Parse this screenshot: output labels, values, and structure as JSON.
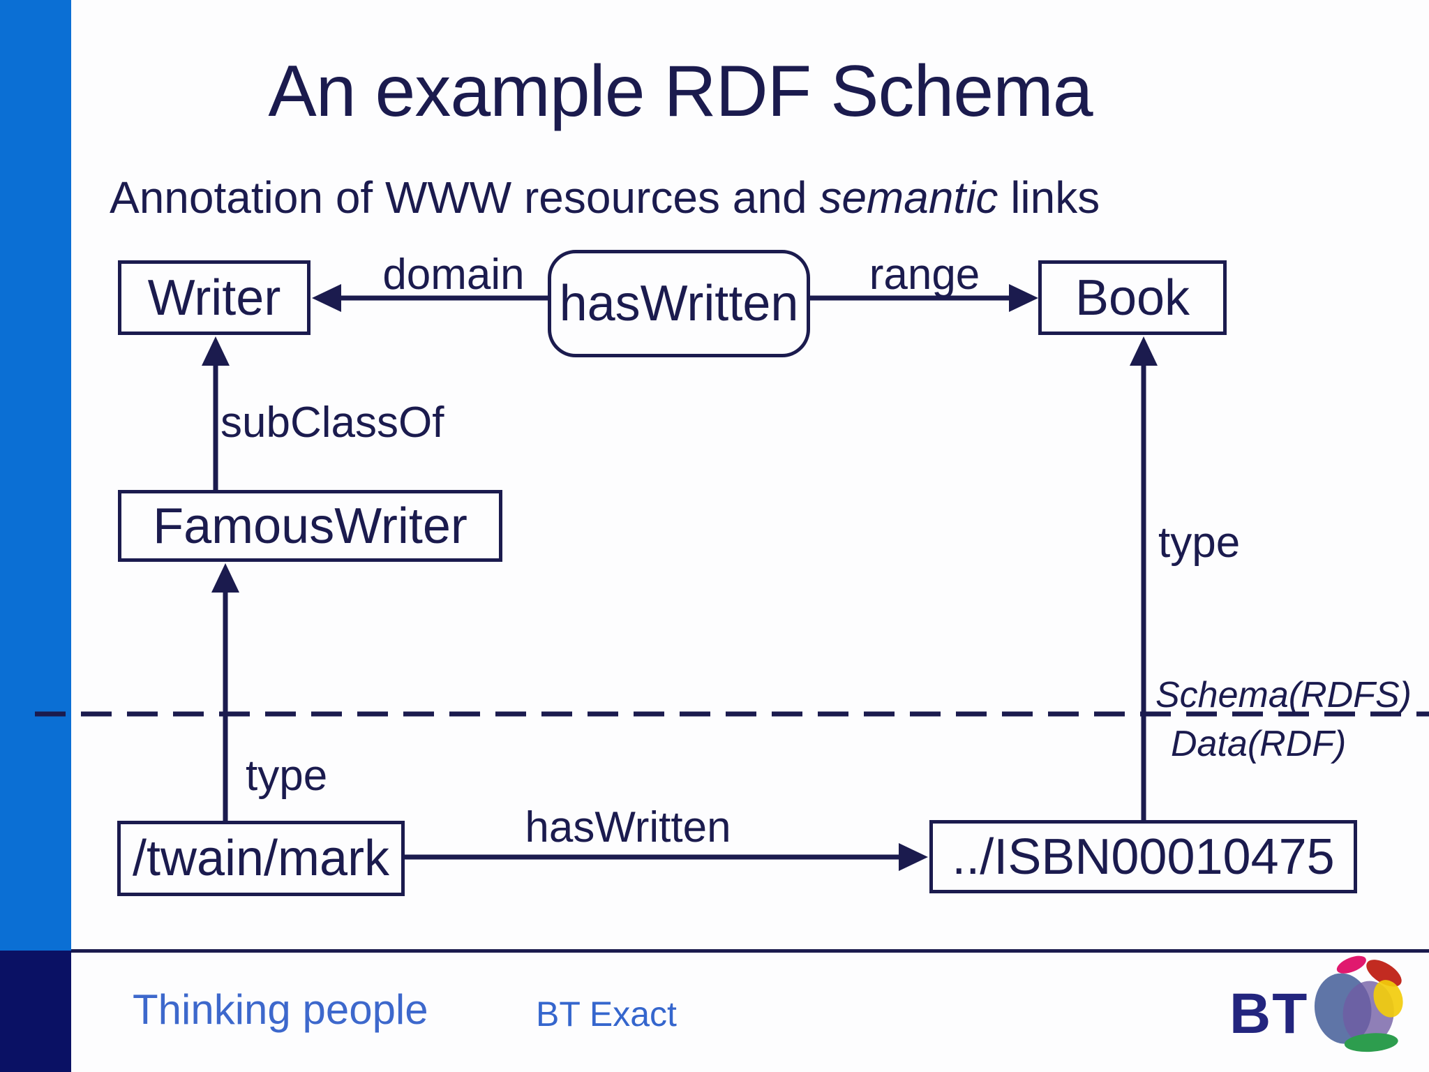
{
  "slide": {
    "title": "An example RDF Schema",
    "subtitle_prefix": "Annotation of WWW resources and ",
    "subtitle_italic": "semantic",
    "subtitle_suffix": " links"
  },
  "diagram": {
    "nodes": {
      "writer": "Writer",
      "has_written_property": "hasWritten",
      "book": "Book",
      "famous_writer": "FamousWriter",
      "twain_resource": "/twain/mark",
      "isbn_resource": "../ISBN00010475"
    },
    "edges": {
      "domain": "domain",
      "range": "range",
      "subclass_of": "subClassOf",
      "type_left": "type",
      "type_right": "type",
      "has_written_instance": "hasWritten"
    },
    "divider": {
      "schema_label": "Schema(RDFS)",
      "data_label": "Data(RDF)"
    }
  },
  "footer": {
    "tagline": "Thinking people",
    "brand": "BT Exact",
    "logo_text": "BT"
  },
  "colors": {
    "ink": "#1b1b4e",
    "accent_bar": "#0b6fd4",
    "footer_bar": "#0a1164",
    "tagline_blue": "#3d68cc",
    "brand_blue": "#3566cd",
    "bt_logo_navy": "#23257e",
    "globe_blue": "#51699f",
    "globe_purple": "#6f5ba3",
    "globe_pink": "#e0196e",
    "globe_red": "#c22b21",
    "globe_yellow": "#f2cc0c",
    "globe_green": "#2d9d4e"
  }
}
